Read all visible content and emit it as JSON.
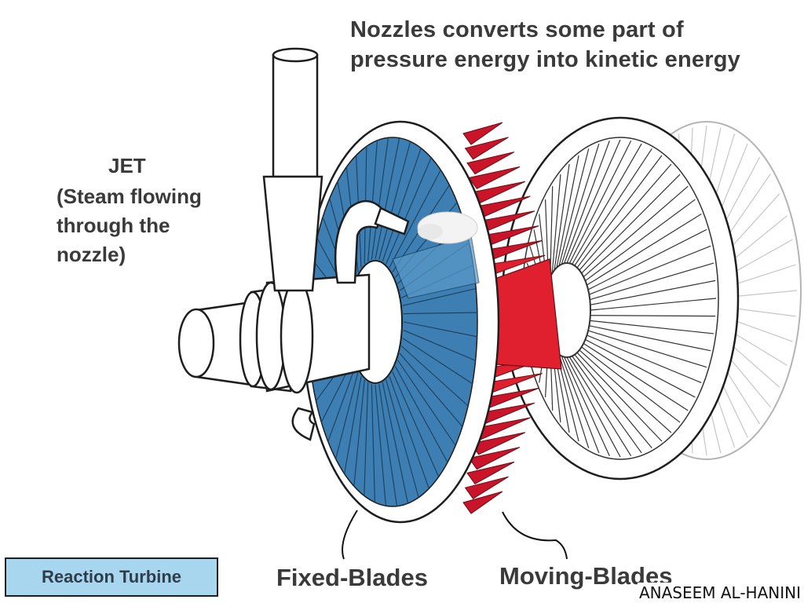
{
  "header": {
    "line1": "Nozzles converts some part of",
    "line2": "pressure energy into kinetic energy"
  },
  "jet_note": {
    "title": "JET",
    "lines": [
      "(Steam flowing",
      "through the",
      "nozzle)"
    ]
  },
  "labels": {
    "fixed_blades": "Fixed-Blades",
    "moving_blades": "Moving-Blades"
  },
  "badge": {
    "text": "Reaction Turbine"
  },
  "credit": "ANASEEM AL-HANINI",
  "colors": {
    "fixed_blade": "#4f8fc0",
    "moving_blade": "#e0202e",
    "outline": "#1e1e1e",
    "badge_bg": "#a9d6ef",
    "text": "#3a3a3a"
  },
  "icons": [
    "turbine-shaft",
    "nozzle-pipe",
    "fixed-blade-ring",
    "moving-blade-ring",
    "steam-jet"
  ]
}
